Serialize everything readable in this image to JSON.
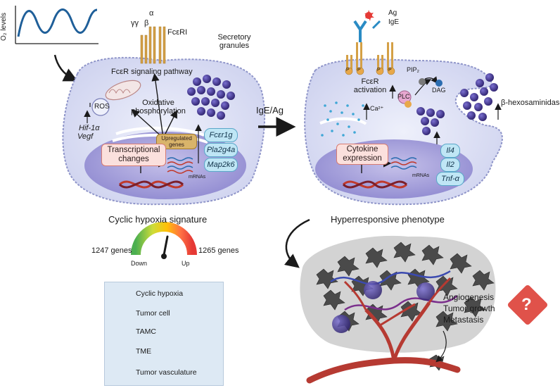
{
  "o2_axis_label": "O₂ levels",
  "left_cell": {
    "receptor_subunits": {
      "gamma": "γγ",
      "beta": "β",
      "alpha": "α"
    },
    "receptor_name": "FcεRI",
    "secretory_granules": "Secretory granules",
    "signaling_pathway": "FcεR signaling pathway",
    "ros": "ROS",
    "oxidative_phosphorylation": "Oxidative phosphorylation",
    "hif": "Hif-1α",
    "vegf": "Vegf",
    "upregulated_genes": "Upregulated genes",
    "transcriptional_changes": "Transcriptional changes",
    "mrnas": "mRNAs",
    "genes": [
      "Fcεr1g",
      "Pla2g4a",
      "Map2k6"
    ]
  },
  "left_caption": "Cyclic hypoxia signature",
  "gauge": {
    "down_count": "1247 genes",
    "up_count": "1265 genes",
    "down_label": "Down",
    "up_label": "Up",
    "colors": [
      "#4caf50",
      "#cddc39",
      "#ffc107",
      "#ff7043",
      "#e53935"
    ]
  },
  "arrow_label": "IgE/Ag",
  "right_cell": {
    "ag": "Ag",
    "ige": "IgE",
    "p_label": "P",
    "pip2": "PIP₂",
    "plc": "PLC",
    "dag": "DAG",
    "fceR_activation": "FcεR activation",
    "ca": "Ca²⁺",
    "beta_hex": "β-hexosaminidase",
    "cytokine_expression": "Cytokine expression",
    "mrnas": "mRNAs",
    "cytokines": [
      "Il4",
      "Il2",
      "Tnf-α"
    ]
  },
  "right_caption": "Hyperresponsive phenotype",
  "legend": [
    {
      "label": "Cyclic hypoxia",
      "icon": "wave-icon"
    },
    {
      "label": "Tumor cell",
      "icon": "tumor-cell-icon"
    },
    {
      "label": "TAMC",
      "icon": "tamc-icon"
    },
    {
      "label": "TME",
      "icon": "tme-icon"
    },
    {
      "label": "Tumor vasculature",
      "icon": "vasculature-icon"
    }
  ],
  "outcomes": [
    "Angiogenesis",
    "Tumor growth",
    "Metastasis"
  ],
  "question_mark": "?",
  "colors": {
    "cell_fill": "#d8dbf2",
    "nucleus": "#a5a0d9",
    "granule": "#4a3c9c",
    "receptor": "#d4a046",
    "wave": "#1f5f99",
    "tme": "#d3d3d3",
    "vessel": "#b63a32",
    "question": "#e0524a"
  }
}
